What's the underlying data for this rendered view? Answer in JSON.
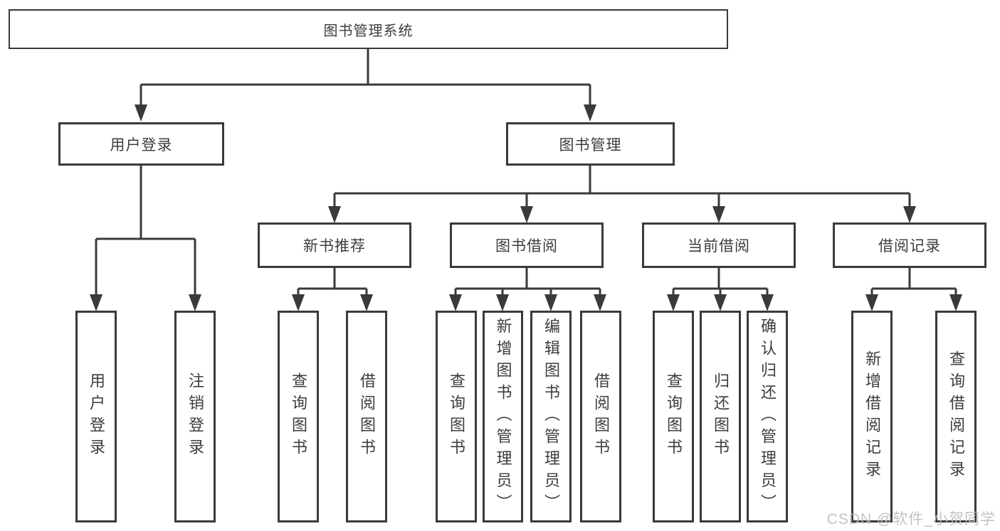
{
  "colors": {
    "line": "#3a3a3a",
    "box_border": "#3a3a3a",
    "text": "#3d3d3d",
    "background": "#ffffff",
    "watermark": "#bdbdbd"
  },
  "watermark": {
    "text": "CSDN @软件_小贺同学"
  },
  "root": {
    "label": "图书管理系统",
    "children": [
      {
        "label": "用户登录",
        "children": [
          {
            "label": "用户登录"
          },
          {
            "label": "注销登录"
          }
        ]
      },
      {
        "label": "图书管理",
        "children": [
          {
            "label": "新书推荐",
            "children": [
              {
                "label": "查询图书"
              },
              {
                "label": "借阅图书"
              }
            ]
          },
          {
            "label": "图书借阅",
            "children": [
              {
                "label": "查询图书"
              },
              {
                "label": "新增图书（管理员）"
              },
              {
                "label": "编辑图书（管理员）"
              },
              {
                "label": "借阅图书"
              }
            ]
          },
          {
            "label": "当前借阅",
            "children": [
              {
                "label": "查询图书"
              },
              {
                "label": "归还图书"
              },
              {
                "label": "确认归还（管理员）"
              }
            ]
          },
          {
            "label": "借阅记录",
            "children": [
              {
                "label": "新增借阅记录"
              },
              {
                "label": "查询借阅记录"
              }
            ]
          }
        ]
      }
    ]
  }
}
